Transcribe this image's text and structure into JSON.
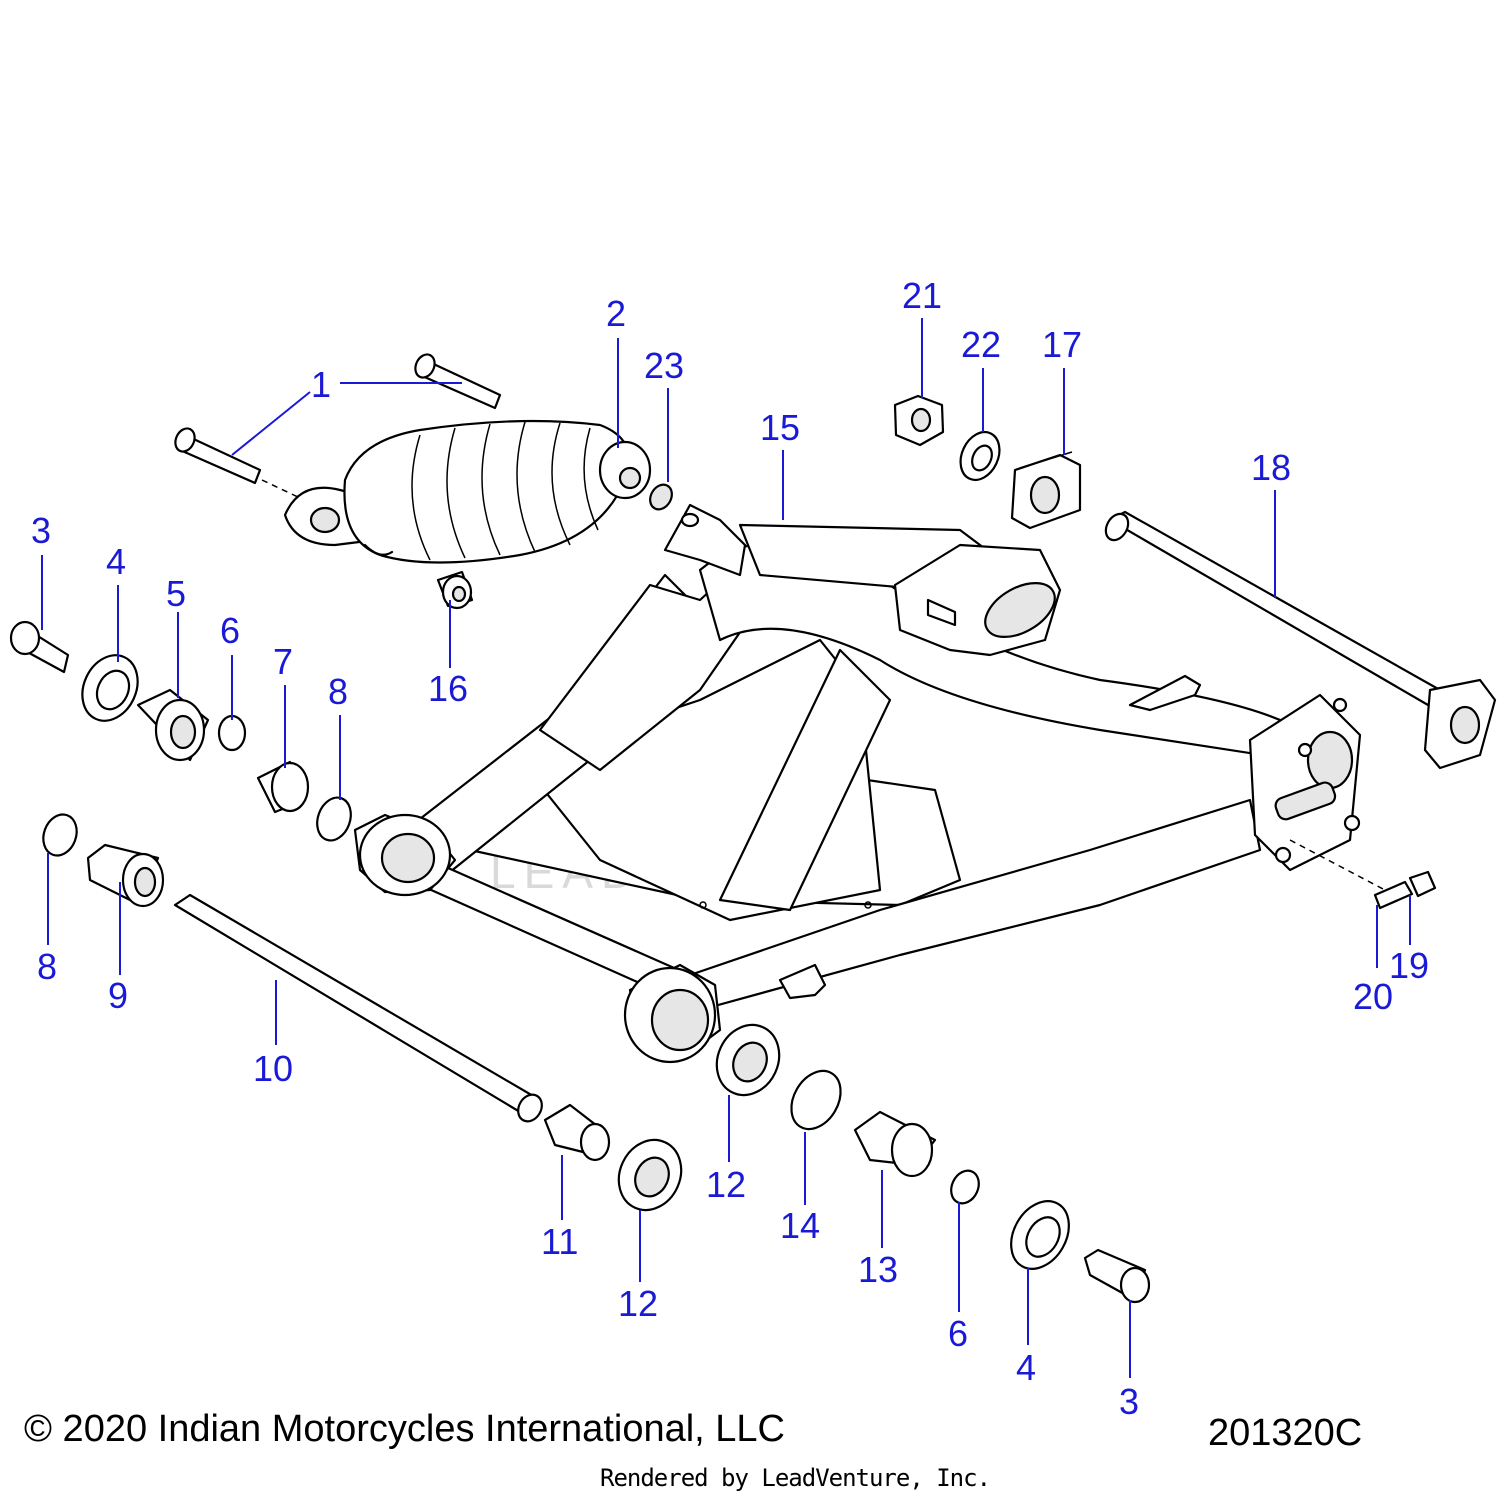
{
  "callouts": {
    "c1": "1",
    "c2": "2",
    "c3a": "3",
    "c3b": "3",
    "c4a": "4",
    "c4b": "4",
    "c5": "5",
    "c6a": "6",
    "c6b": "6",
    "c7": "7",
    "c8a": "8",
    "c8b": "8",
    "c9": "9",
    "c10": "10",
    "c11": "11",
    "c12a": "12",
    "c12b": "12",
    "c13": "13",
    "c14": "14",
    "c15": "15",
    "c16": "16",
    "c17": "17",
    "c18": "18",
    "c19": "19",
    "c20": "20",
    "c21": "21",
    "c22": "22",
    "c23": "23"
  },
  "watermark": "LEADVENTURE",
  "footer": {
    "copyright": "© 2020 Indian Motorcycles International, LLC",
    "drawing_id": "201320C",
    "rendered_by": "Rendered by LeadVenture, Inc."
  },
  "colors": {
    "callout": "#1a1ad6",
    "outline": "#000000",
    "background": "#ffffff"
  }
}
